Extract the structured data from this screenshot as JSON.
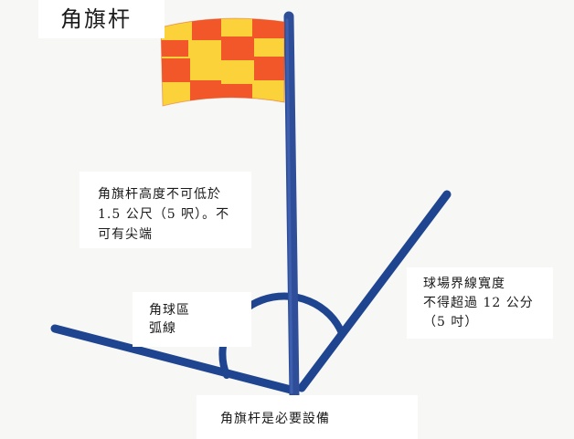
{
  "title": "角旗杆",
  "notes": {
    "height_rule": "角旗杆高度不可低於\n1.5 公尺（5 呎）。不\n可有尖端",
    "corner_arc": "角球區\n弧線",
    "line_width": "球場界線寬度\n不得超過 12 公分\n（5 吋）"
  },
  "caption": "角旗杆是必要設備",
  "colors": {
    "background": "#f7f7f5",
    "pole": "#2e4e9a",
    "lines": "#1f4590",
    "flag_orange": "#f2572a",
    "flag_yellow": "#fcd23a",
    "label_bg": "#ffffff"
  }
}
